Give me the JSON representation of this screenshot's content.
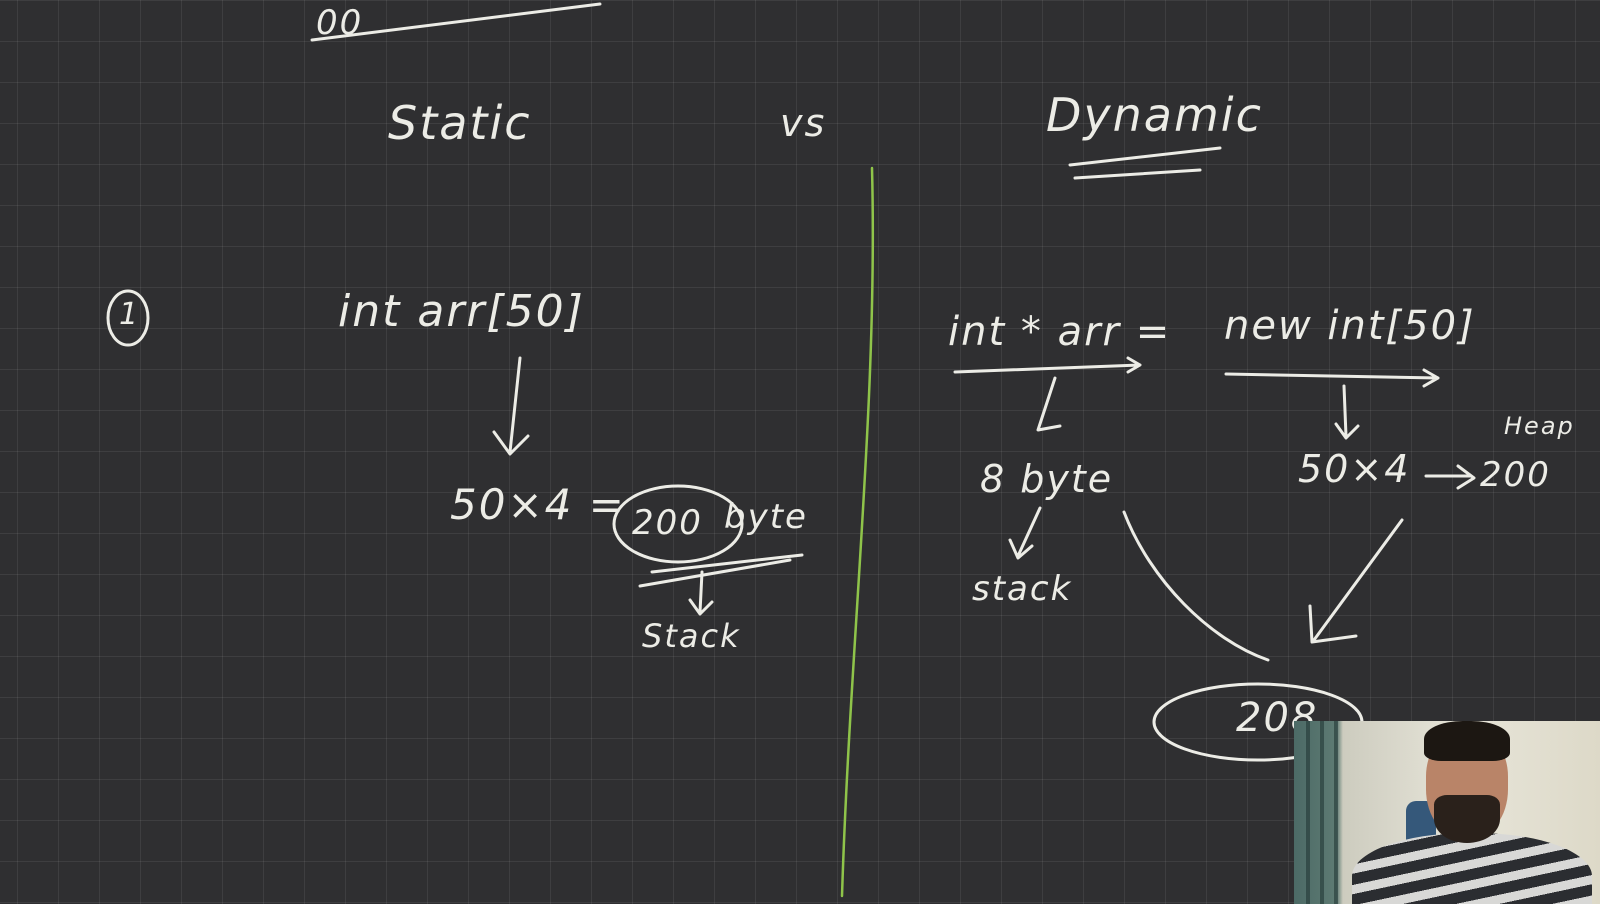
{
  "board": {
    "colors": {
      "background": "#2f2f31",
      "grid": "#3c3c3e",
      "ink": "#ecece6",
      "divider": "#8fc44a"
    },
    "top_fragment": "00",
    "heading_static": "Static",
    "heading_vs": "vs",
    "heading_dynamic": "Dynamic",
    "point_number": "1",
    "static": {
      "declaration": "int arr[50]",
      "calculation": "50×4 =",
      "result": "200",
      "unit": "byte",
      "location": "Stack"
    },
    "dynamic": {
      "declaration_left": "int * arr =",
      "declaration_right": "new int[50]",
      "pointer_size": "8 byte",
      "pointer_location": "stack",
      "calculation": "50×4",
      "result": "200",
      "heap_label": "Heap",
      "total": "208"
    }
  },
  "webcam": {
    "label": "presenter webcam",
    "colors": {
      "wall": "#e7e5d9",
      "curtain": "#4c6a66",
      "shirt_stripe": "#2b2d31"
    }
  }
}
